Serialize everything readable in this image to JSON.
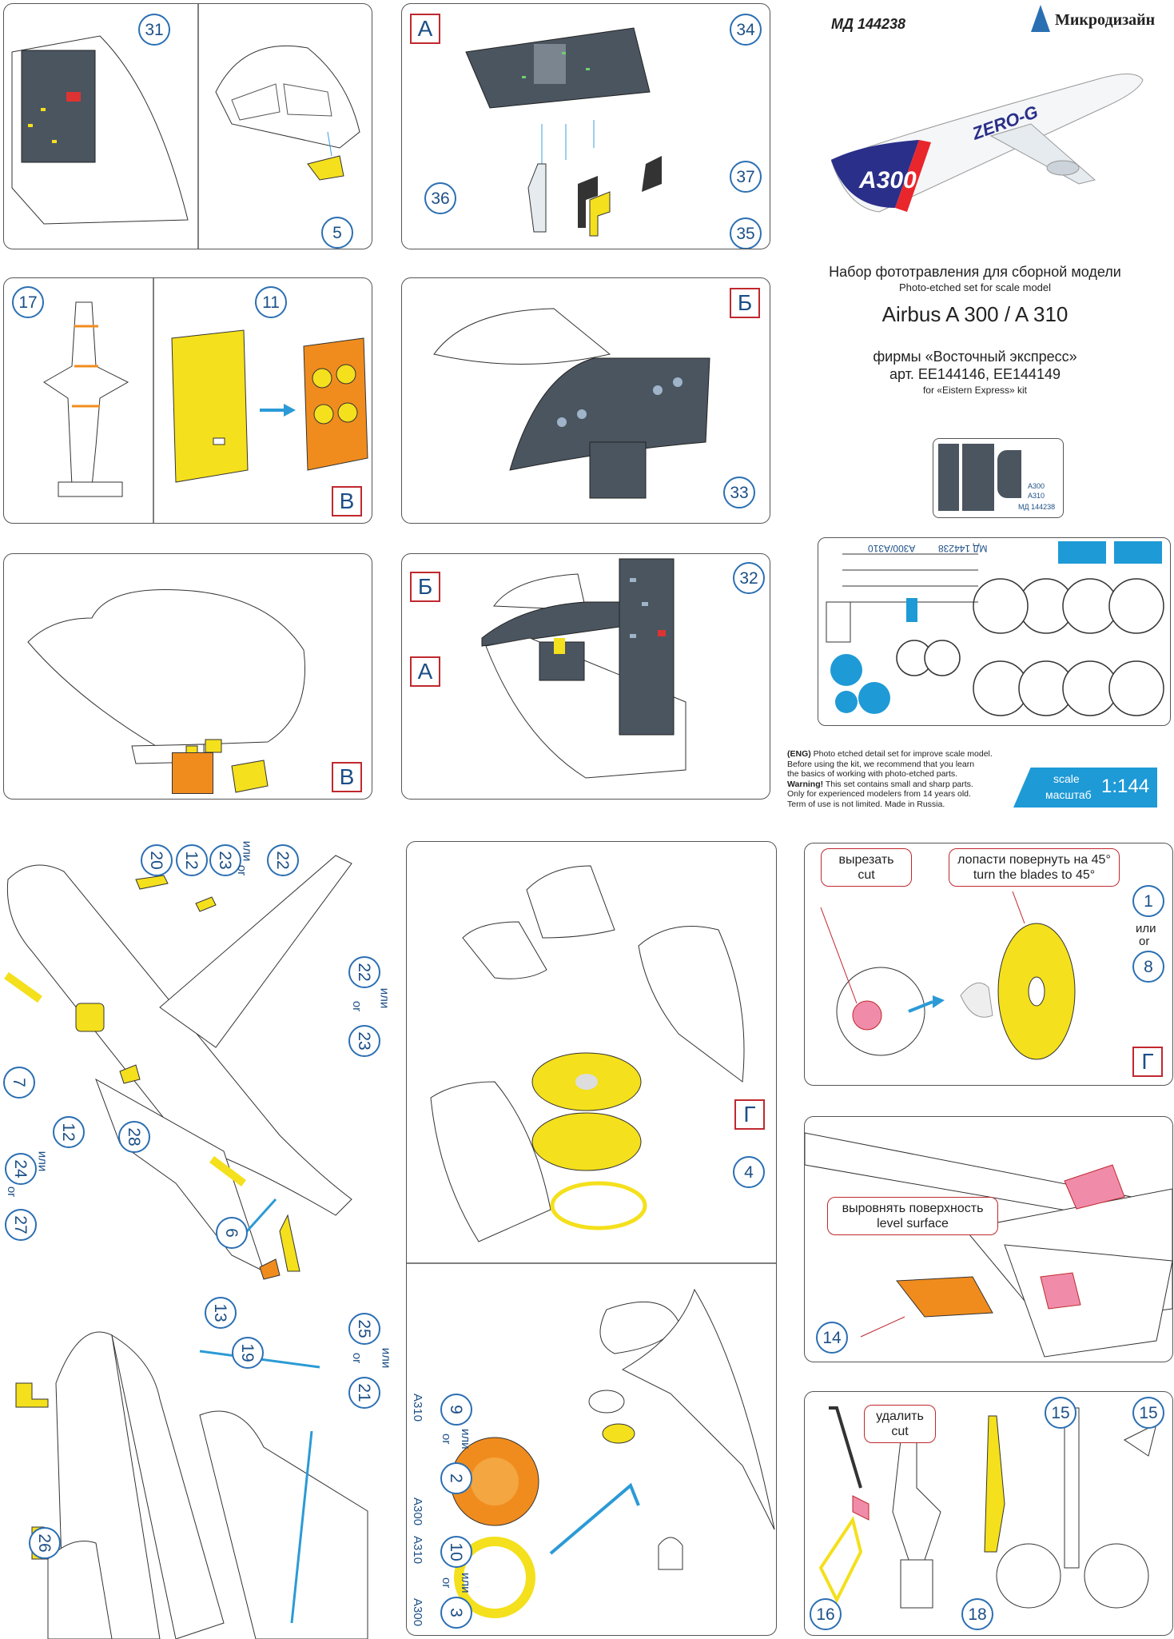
{
  "header": {
    "code": "МД 144238",
    "brand": "Микродизайн",
    "title_ru": "Набор фототравления для сборной модели",
    "title_en": "Photo-etched set for scale model",
    "model": "Airbus A 300 / A 310",
    "maker_ru": "фирмы «Восточный экспресс»",
    "articles": "арт. EE144146, EE144149",
    "maker_en": "for «Eistern Express» kit",
    "livery": "ZERO-G",
    "livery_type": "A300"
  },
  "fret": {
    "label": "МД 144238",
    "label2": "A300/A310",
    "small_a300": "A300",
    "small_a310": "A310",
    "small_code": "МД 144238"
  },
  "notes": {
    "eng_tag": "(ENG)",
    "line1": " Photo etched detail set for improve scale model.",
    "line2": "Before using the kit, we recommend that you learn",
    "line3": "the basics of working with photo-etched parts.",
    "warn_tag": "Warning!",
    "line4": " This set contains small and sharp parts.",
    "line5": "Only for experienced modelers from 14 years old.",
    "line6": "Term of use is not limited. Made in Russia."
  },
  "scale": {
    "label_en": "scale",
    "label_ru": "масштаб",
    "value": "1:144"
  },
  "letters": {
    "a": "А",
    "b": "Б",
    "v": "В",
    "g": "Г"
  },
  "parts": {
    "p1": "1",
    "p2": "2",
    "p3": "3",
    "p4": "4",
    "p5": "5",
    "p6": "6",
    "p7": "7",
    "p8": "8",
    "p9": "9",
    "p10": "10",
    "p11": "11",
    "p12": "12",
    "p13": "13",
    "p14": "14",
    "p15": "15",
    "p16": "16",
    "p17": "17",
    "p18": "18",
    "p19": "19",
    "p20": "20",
    "p21": "21",
    "p22": "22",
    "p23": "23",
    "p24": "24",
    "p25": "25",
    "p26": "26",
    "p27": "27",
    "p28": "28",
    "p31": "31",
    "p32": "32",
    "p33": "33",
    "p34": "34",
    "p35": "35",
    "p36": "36",
    "p37": "37"
  },
  "words": {
    "or_ru": "или",
    "or_en": "or",
    "a300": "A300",
    "a310": "A310"
  },
  "callouts": {
    "cut_ru": "вырезать",
    "cut_en": "cut",
    "blades_ru": "лопасти повернуть на 45°",
    "blades_en": "turn the blades to 45°",
    "level_ru": "выровнять поверхность",
    "level_en": "level surface",
    "remove_ru": "удалить",
    "remove_en": "cut"
  },
  "colors": {
    "accent_blue": "#2b6fb3",
    "letter_red": "#c0282e",
    "pe_yellow": "#f4e01c",
    "pe_orange": "#f08c1e",
    "panel_gray": "#4a5560",
    "scale_bg": "#1e9ad6"
  }
}
